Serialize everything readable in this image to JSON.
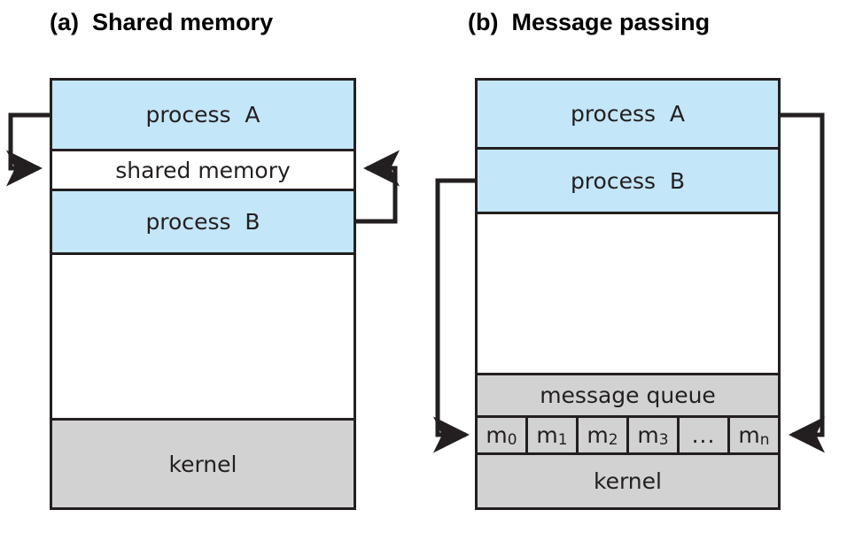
{
  "figure": {
    "panels": [
      {
        "id": "shared-memory",
        "title": "(a)  Shared memory",
        "rows": [
          {
            "label": "process  A",
            "fill": "blue"
          },
          {
            "label": "shared memory",
            "fill": "white"
          },
          {
            "label": "process  B",
            "fill": "blue"
          },
          {
            "label": "",
            "fill": "white"
          },
          {
            "label": "kernel",
            "fill": "gray"
          }
        ]
      },
      {
        "id": "message-passing",
        "title": "(b)  Message passing",
        "rows": [
          {
            "label": "process  A",
            "fill": "blue"
          },
          {
            "label": "process  B",
            "fill": "blue"
          },
          {
            "label": "",
            "fill": "white"
          },
          {
            "label": "message queue",
            "fill": "gray"
          },
          {
            "label": "kernel",
            "fill": "gray"
          }
        ],
        "queue_cells": [
          {
            "base": "m",
            "sub": "0"
          },
          {
            "base": "m",
            "sub": "1"
          },
          {
            "base": "m",
            "sub": "2"
          },
          {
            "base": "m",
            "sub": "3"
          },
          {
            "base": "...",
            "sub": ""
          },
          {
            "base": "m",
            "sub": "n"
          }
        ]
      }
    ],
    "colors": {
      "process_fill": "#c3e6f8",
      "kernel_fill": "#d2d2d2",
      "stroke": "#231f20",
      "background": "#ffffff"
    }
  }
}
